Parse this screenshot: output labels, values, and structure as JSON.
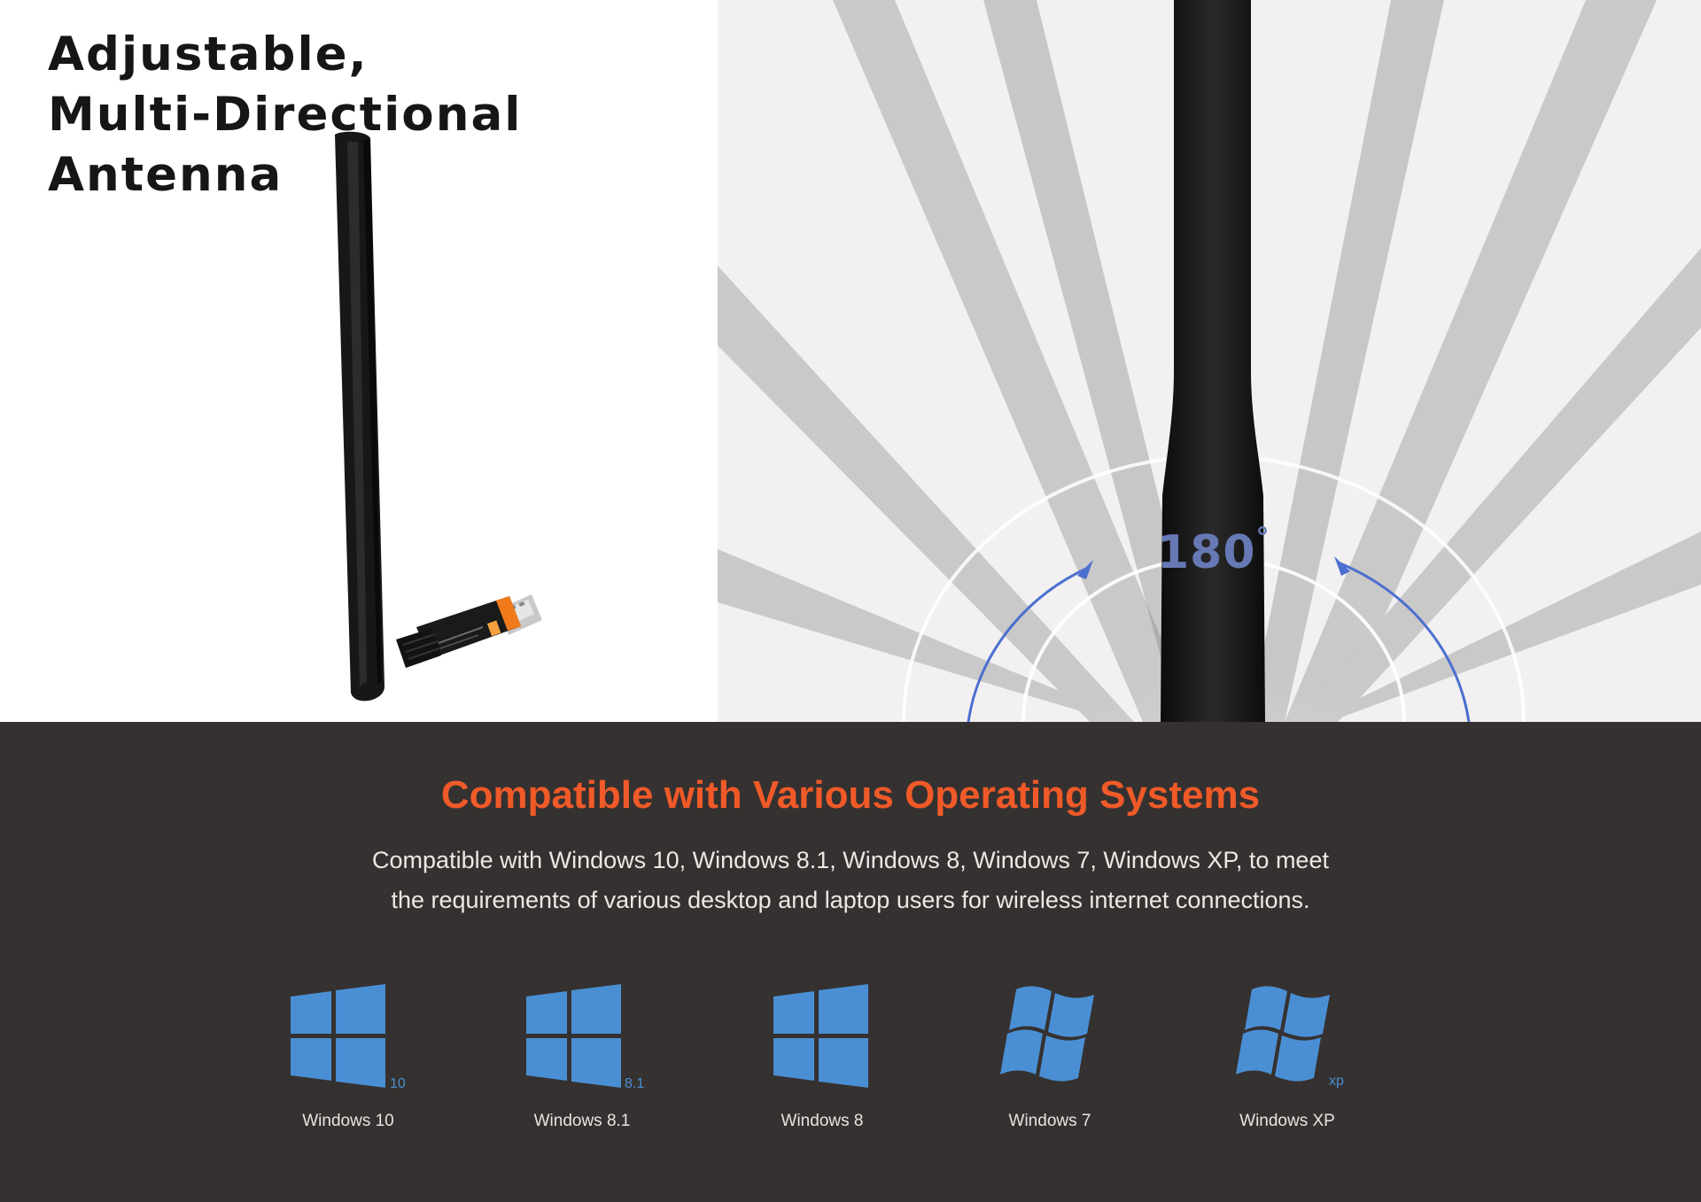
{
  "headline": {
    "line1": "Adjustable,",
    "line2": "Multi-Directional",
    "line3": "Antenna"
  },
  "angle": {
    "value": "180",
    "unit": "°"
  },
  "compatibility": {
    "title": "Compatible with Various Operating Systems",
    "description_line1": "Compatible with Windows 10, Windows 8.1, Windows 8, Windows 7, Windows XP, to meet",
    "description_line2": "the requirements of various desktop and laptop users for wireless internet connections.",
    "systems": [
      {
        "name": "Windows 10",
        "badge": "10",
        "icon": "windows-modern-logo-icon"
      },
      {
        "name": "Windows 8.1",
        "badge": "8.1",
        "icon": "windows-modern-logo-icon"
      },
      {
        "name": "Windows 8",
        "badge": "",
        "icon": "windows-modern-logo-icon"
      },
      {
        "name": "Windows 7",
        "badge": "",
        "icon": "windows-wavy-logo-icon"
      },
      {
        "name": "Windows XP",
        "badge": "xp",
        "icon": "windows-wavy-logo-icon"
      }
    ]
  },
  "colors": {
    "title_orange": "#f05a28",
    "logo_blue": "#4a8fd4",
    "dark_background": "#353130",
    "arc_blue": "#4b6fd0"
  }
}
